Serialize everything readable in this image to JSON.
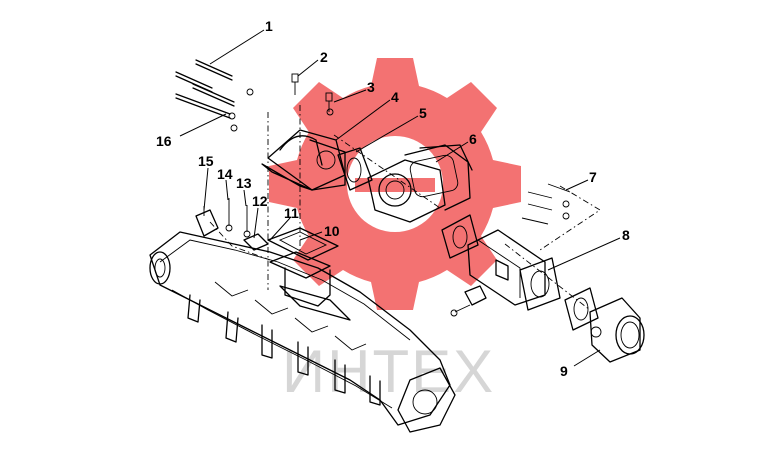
{
  "watermark": {
    "text": "ИНТЕХ",
    "logo_name": "gear-logo",
    "gear_color": "#f25a5a",
    "text_color": "#cfcfcf"
  },
  "callouts": [
    {
      "id": "1",
      "label": "1"
    },
    {
      "id": "2",
      "label": "2"
    },
    {
      "id": "3",
      "label": "3"
    },
    {
      "id": "4",
      "label": "4"
    },
    {
      "id": "5",
      "label": "5"
    },
    {
      "id": "6",
      "label": "6"
    },
    {
      "id": "7",
      "label": "7"
    },
    {
      "id": "8",
      "label": "8"
    },
    {
      "id": "9",
      "label": "9"
    },
    {
      "id": "10",
      "label": "10"
    },
    {
      "id": "11",
      "label": "11"
    },
    {
      "id": "12",
      "label": "12"
    },
    {
      "id": "13",
      "label": "13"
    },
    {
      "id": "14",
      "label": "14"
    },
    {
      "id": "15",
      "label": "15"
    },
    {
      "id": "16",
      "label": "16"
    }
  ]
}
